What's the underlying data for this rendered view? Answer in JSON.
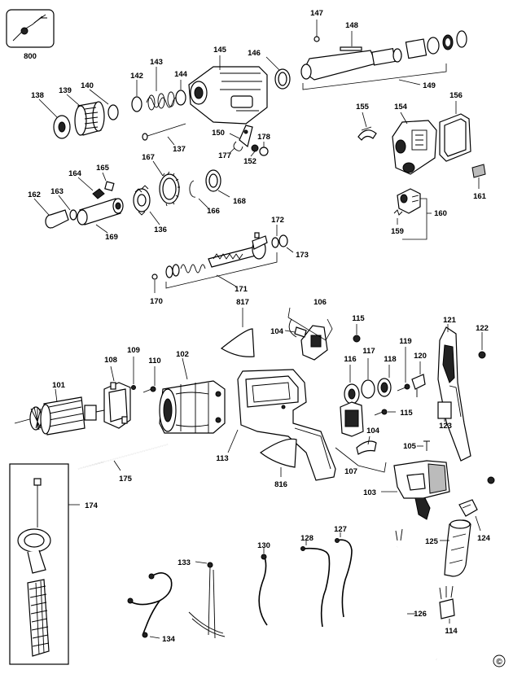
{
  "labels": {
    "l800": "800",
    "l147": "147",
    "l148": "148",
    "l145": "145",
    "l146": "146",
    "l149": "149",
    "l143": "143",
    "l142": "142",
    "l144": "144",
    "l138": "138",
    "l139": "139",
    "l140": "140",
    "l155": "155",
    "l154": "154",
    "l156": "156",
    "l137": "137",
    "l150": "150",
    "l178": "178",
    "l177": "177",
    "l152": "152",
    "l161": "161",
    "l164": "164",
    "l165": "165",
    "l167": "167",
    "l162": "162",
    "l163": "163",
    "l169": "169",
    "l136": "136",
    "l166": "166",
    "l168": "168",
    "l160": "160",
    "l159": "159",
    "l172": "172",
    "l173": "173",
    "l171": "171",
    "l170": "170",
    "l106": "106",
    "l104a": "104",
    "l817": "817",
    "l115a": "115",
    "l121": "121",
    "l122": "122",
    "l108": "108",
    "l109": "109",
    "l110": "110",
    "l102": "102",
    "l116": "116",
    "l117": "117",
    "l118": "118",
    "l119": "119",
    "l120": "120",
    "l101": "101",
    "l115b": "115",
    "l123": "123",
    "l113": "113",
    "l104b": "104",
    "l105": "105",
    "l107": "107",
    "l175": "175",
    "l816": "816",
    "l103": "103",
    "l174": "174",
    "l124": "124",
    "l125": "125",
    "l130": "130",
    "l128": "128",
    "l127": "127",
    "l133": "133",
    "l126": "126",
    "l134": "134",
    "l114": "114"
  },
  "copyright_mark": "©"
}
